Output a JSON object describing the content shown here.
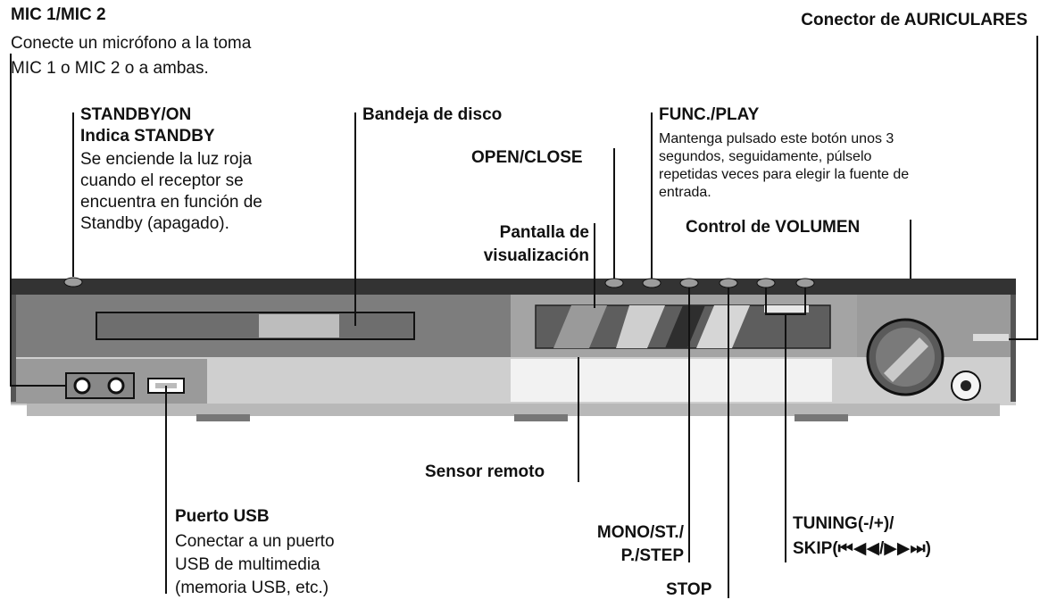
{
  "labels": {
    "mic": {
      "title": "MIC 1/MIC 2",
      "line1": "Conecte un micrófono a la toma",
      "line2": "MIC 1 o MIC 2 o a ambas."
    },
    "headphones": {
      "title": "Conector de AURICULARES"
    },
    "standby": {
      "title": "STANDBY/ON",
      "subtitle": "Indica STANDBY",
      "line1": "Se enciende la luz roja",
      "line2": "cuando el receptor se",
      "line3": "encuentra en función de",
      "line4": "Standby (apagado)."
    },
    "disc_tray": {
      "title": "Bandeja de disco"
    },
    "open_close": {
      "title": "OPEN/CLOSE"
    },
    "func_play": {
      "title": "FUNC./PLAY",
      "line1": "Mantenga pulsado este botón unos 3",
      "line2": "segundos, seguidamente, púlselo",
      "line3": "repetidas veces para elegir la fuente de",
      "line4": "entrada."
    },
    "display": {
      "line1": "Pantalla de",
      "line2": "visualización"
    },
    "volume": {
      "title": "Control de VOLUMEN"
    },
    "remote_sensor": {
      "title": "Sensor remoto"
    },
    "usb": {
      "title": "Puerto USB",
      "line1": "Conectar a un puerto",
      "line2": "USB de multimedia",
      "line3": "(memoria USB, etc.)"
    },
    "mono_st": {
      "line1": "MONO/ST./",
      "line2": "P./STEP"
    },
    "stop": {
      "title": "STOP"
    },
    "tuning": {
      "line1": "TUNING(-/+)/",
      "line2": "SKIP(⏮◀◀/▶▶⏭)"
    }
  },
  "colors": {
    "line": "#111111",
    "body_dark": "#3a3a3a",
    "body_mid": "#8a8a8a",
    "body_light": "#cfcfcf",
    "highlight": "#e6e6e6"
  }
}
